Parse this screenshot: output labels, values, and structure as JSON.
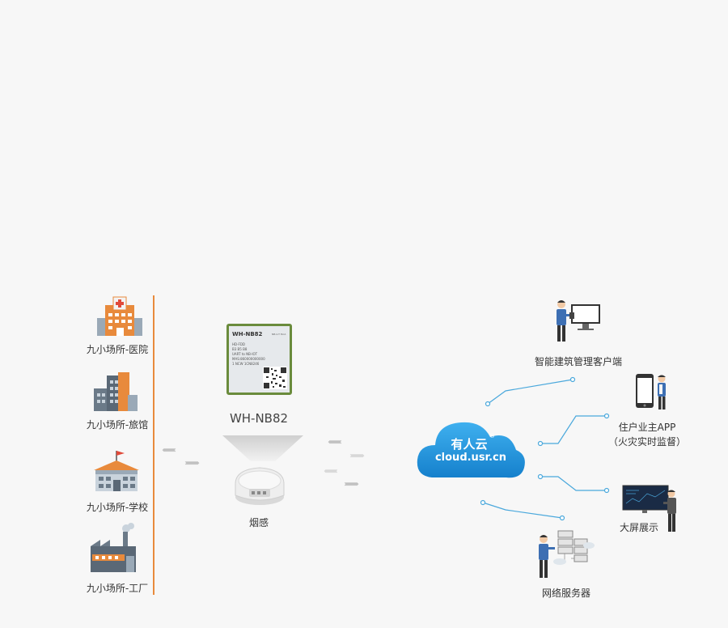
{
  "venues": [
    {
      "label": "九小场所-医院",
      "icon": "hospital-icon"
    },
    {
      "label": "九小场所-旅馆",
      "icon": "hotel-icon"
    },
    {
      "label": "九小场所-学校",
      "icon": "school-icon"
    },
    {
      "label": "九小场所-工厂",
      "icon": "factory-icon"
    }
  ],
  "module": {
    "chip_lines": [
      "WH-NB82",
      "HD-FDD",
      "B3 B5 B8",
      "UART to NB-IOT",
      "MAS:860000000000",
      "1 NCW 1CN8246"
    ],
    "chip_small": "NB-IoT Mod.",
    "label": "WH-NB82"
  },
  "smoke": {
    "label": "烟感"
  },
  "cloud": {
    "title": "有人云",
    "registered": "®",
    "url": "cloud.usr.cn"
  },
  "clients": [
    {
      "label": "智能建筑管理客户端",
      "icon": "monitor-user-icon"
    },
    {
      "label": "住户业主APP",
      "sub": "（火灾实时监督）",
      "icon": "phone-user-icon"
    },
    {
      "label": "大屏展示",
      "icon": "big-screen-icon"
    },
    {
      "label": "网络服务器",
      "icon": "server-icon"
    }
  ],
  "colors": {
    "accent": "#e88a3c",
    "cloud": "#1f9ae0",
    "line": "#4aa8dc"
  }
}
